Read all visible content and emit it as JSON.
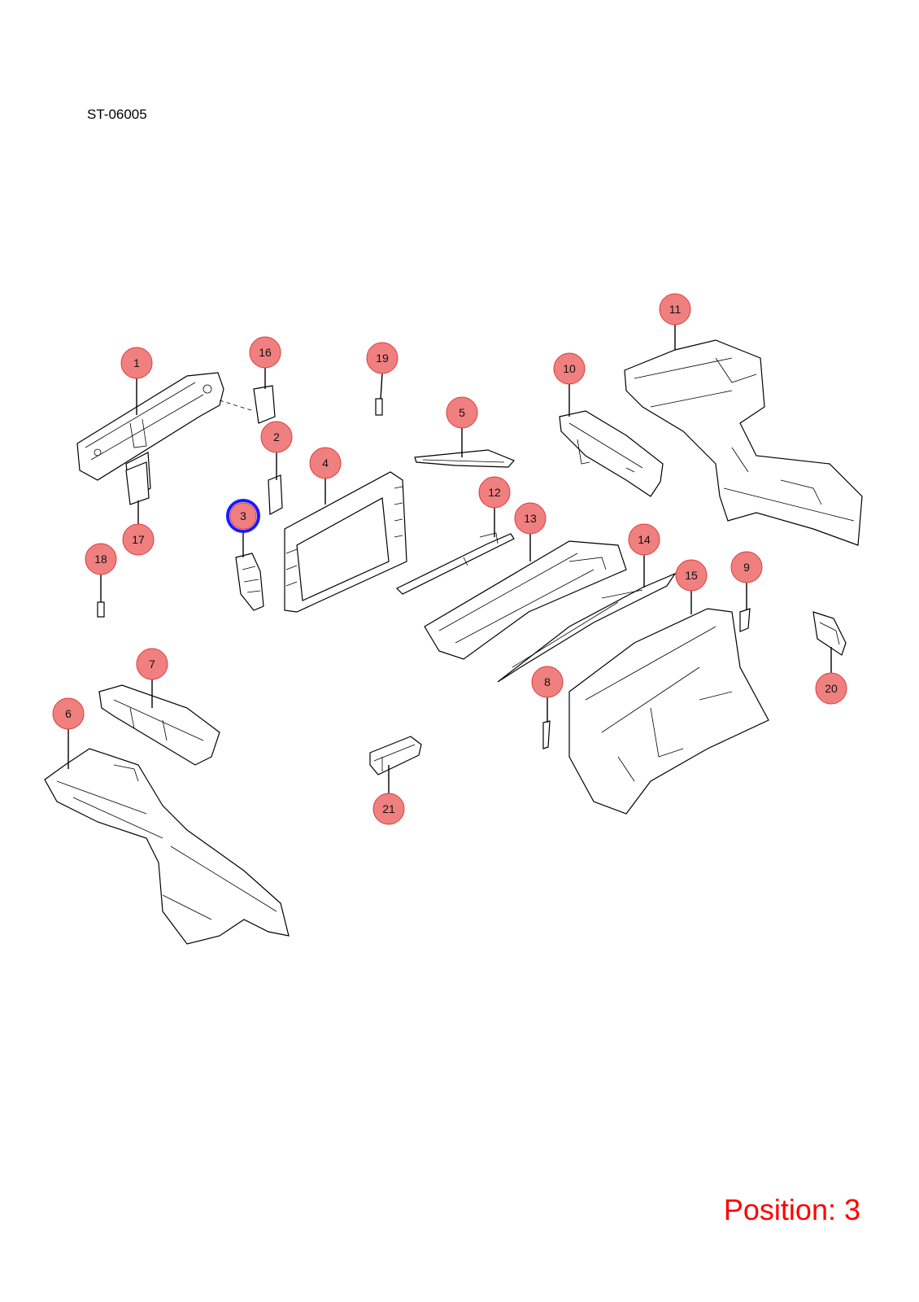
{
  "document_code": "ST-06005",
  "position_label": "Position: 3",
  "selected_part": "3",
  "callouts": [
    "1",
    "2",
    "3",
    "4",
    "5",
    "6",
    "7",
    "8",
    "9",
    "10",
    "11",
    "12",
    "13",
    "14",
    "15",
    "16",
    "17",
    "18",
    "19",
    "20",
    "21"
  ],
  "colors": {
    "callout_fill": "#f08080",
    "callout_stroke": "#e03a3a",
    "selection_ring": "#1a1aff",
    "position_text": "#ff0000"
  }
}
